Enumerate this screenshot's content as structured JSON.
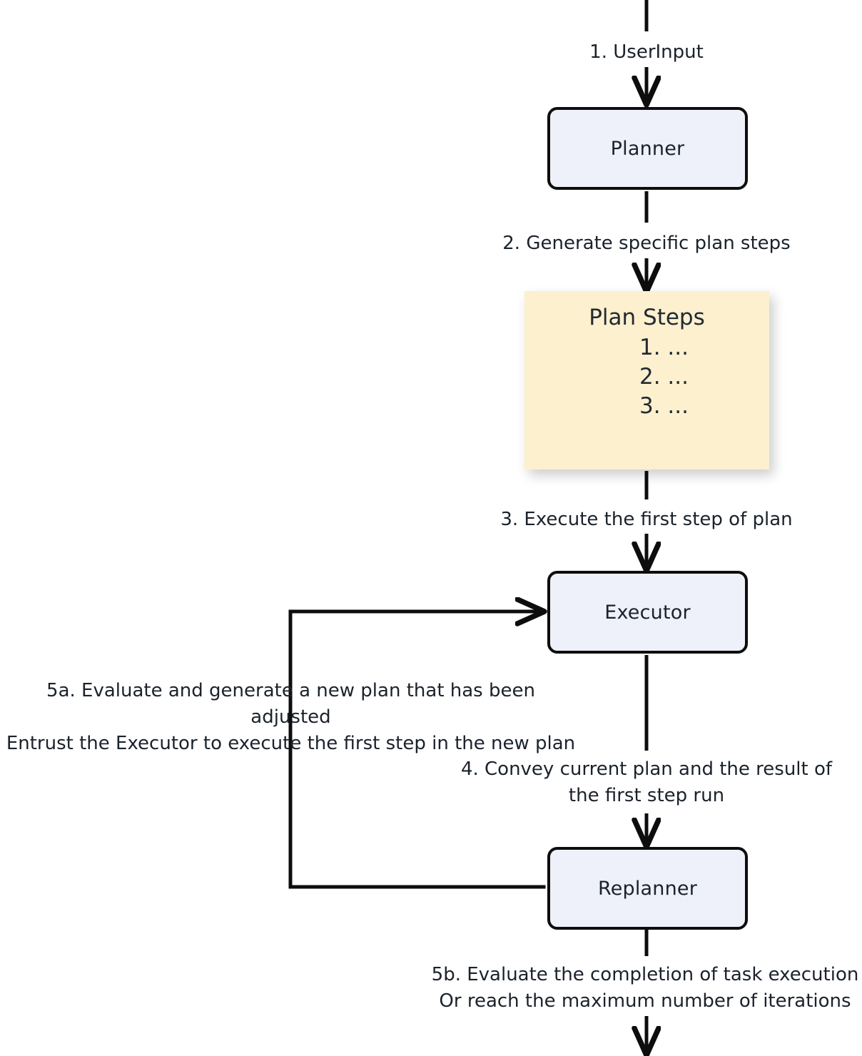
{
  "diagram": {
    "title": "Plan-and-Execute agent loop",
    "background_color": "#ffffff",
    "node_fill_color": "#eef1fa",
    "node_border_color": "#0d0d0d",
    "note_fill_color": "#fcf0cf",
    "text_color": "#1b222b",
    "edge_color": "#0d0d0d"
  },
  "nodes": {
    "planner": {
      "label": "Planner",
      "shape": "rounded-rect",
      "fill": "#eef1fa"
    },
    "plan_steps": {
      "title": "Plan Steps",
      "items": [
        "1. ...",
        "2. ...",
        "3. ..."
      ],
      "shape": "note",
      "fill": "#fcf0cf"
    },
    "executor": {
      "label": "Executor",
      "shape": "rounded-rect",
      "fill": "#eef1fa"
    },
    "replanner": {
      "label": "Replanner",
      "shape": "rounded-rect",
      "fill": "#eef1fa"
    }
  },
  "edges": {
    "e1": {
      "label": "1. UserInput",
      "from": "input",
      "to": "planner"
    },
    "e2": {
      "label": "2. Generate specific plan steps",
      "from": "planner",
      "to": "plan_steps"
    },
    "e3": {
      "label": "3. Execute the first step of plan",
      "from": "plan_steps",
      "to": "executor"
    },
    "e4": {
      "label": "4. Convey current plan and the result of\nthe first step run",
      "from": "executor",
      "to": "replanner"
    },
    "e5a": {
      "label": "5a. Evaluate and generate a new plan that has been adjusted\nEntrust the Executor to execute the first step in the new plan",
      "from": "replanner",
      "to": "executor"
    },
    "e5b": {
      "label": "5b. Evaluate the completion of task execution\nOr reach the maximum number of iterations",
      "from": "replanner",
      "to": "output"
    }
  }
}
